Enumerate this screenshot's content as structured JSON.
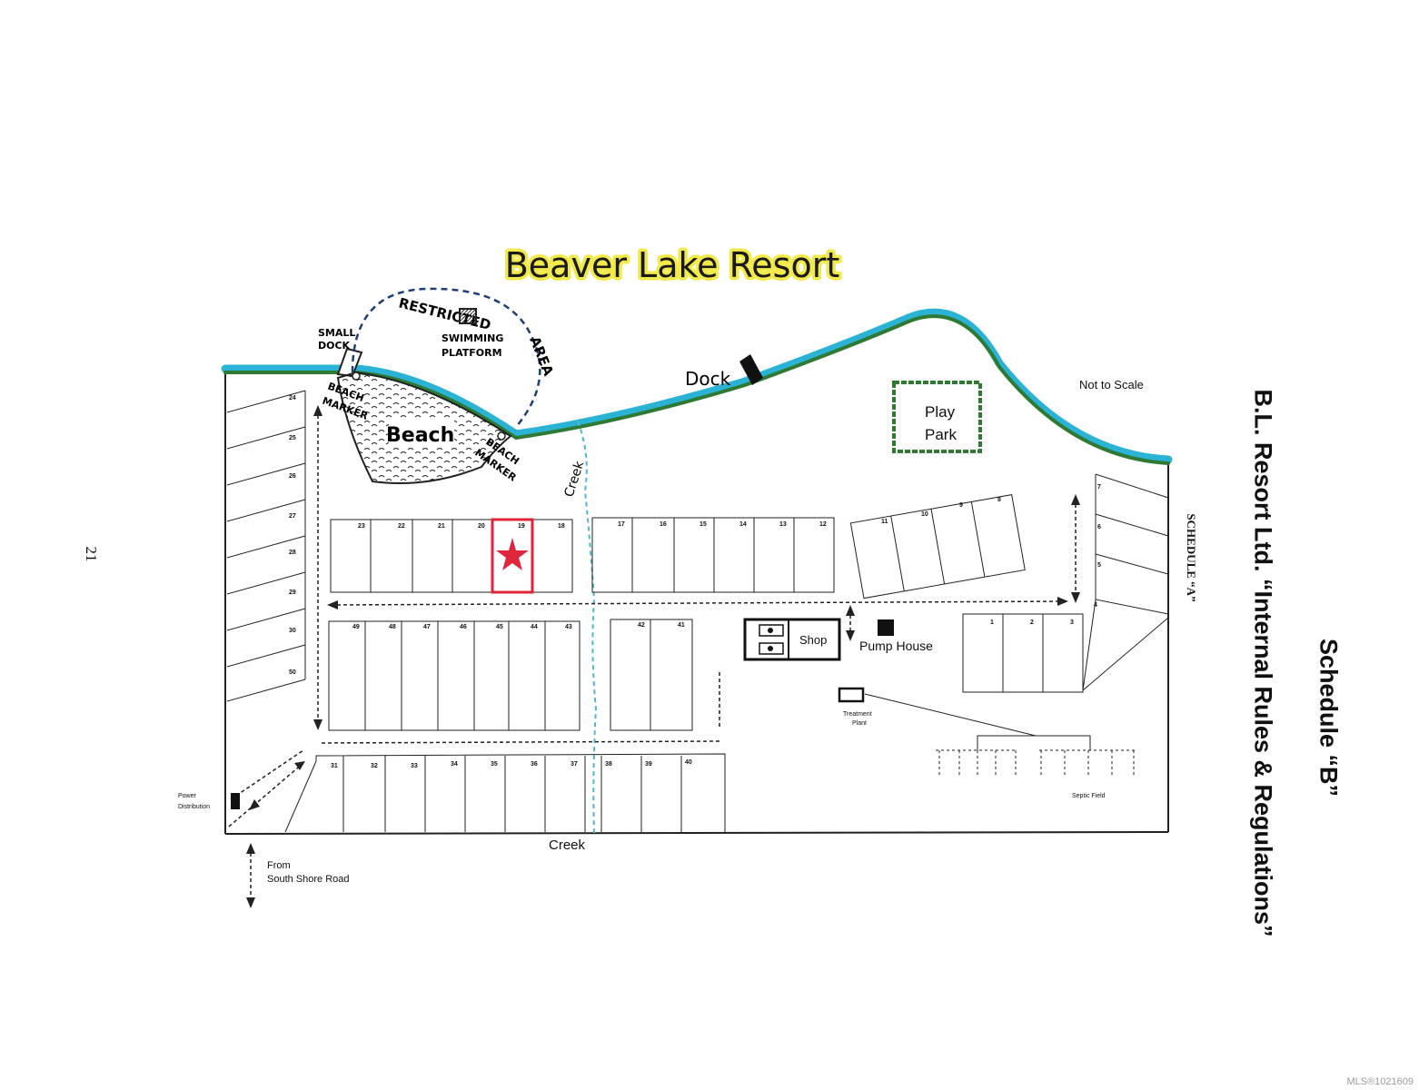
{
  "title": "Beaver Lake Resort",
  "schedule_b": "Schedule “B”",
  "schedule_subtitle": "B.L. Resort Ltd.  “Internal Rules & Regulations”",
  "schedule_a": "SCHEDULE “A”",
  "page_number": "21",
  "watermark": "MLS®1021609",
  "labels": {
    "restricted_area_1": "RESTRICTED",
    "restricted_area_2": "AREA",
    "small_dock_1": "SMALL",
    "small_dock_2": "DOCK",
    "swimming_platform_1": "SWIMMING",
    "swimming_platform_2": "PLATFORM",
    "beach": "Beach",
    "beach_marker_left_1": "BEACH",
    "beach_marker_left_2": "MARKER",
    "beach_marker_right_1": "BEACH",
    "beach_marker_right_2": "MARKER",
    "dock": "Dock",
    "creek_vertical": "Creek",
    "creek_bottom": "Creek",
    "play": "Play",
    "park": "Park",
    "not_to_scale": "Not to Scale",
    "shop": "Shop",
    "pump_house": "Pump House",
    "treatment_1": "Treatment",
    "treatment_2": "Plant",
    "septic_field": "Septic Field",
    "power_1": "Power",
    "power_2": "Distribution",
    "from_1": "From",
    "from_2": "South Shore Road"
  },
  "lots": {
    "left_column": [
      "24",
      "25",
      "26",
      "27",
      "28",
      "29",
      "30",
      "50"
    ],
    "row_top_left": [
      "23",
      "22",
      "21",
      "20",
      "19",
      "18"
    ],
    "row_top_mid": [
      "17",
      "16",
      "15",
      "14",
      "13",
      "12"
    ],
    "row_top_right": [
      "11",
      "10",
      "9",
      "8"
    ],
    "right_column": [
      "7",
      "6",
      "5",
      "4"
    ],
    "row_mid_left": [
      "49",
      "48",
      "47",
      "46",
      "45",
      "44",
      "43"
    ],
    "row_mid_center": [
      "42",
      "41"
    ],
    "row_mid_right": [
      "1",
      "2",
      "3"
    ],
    "row_bottom": [
      "31",
      "32",
      "33",
      "34",
      "35",
      "36",
      "37",
      "38",
      "39",
      "40"
    ],
    "highlighted_lot": "19"
  },
  "colors": {
    "lake": "#2bb3d6",
    "shore": "#2e7a34",
    "park": "#2e7a34",
    "creek": "#4eb8cf",
    "highlight": "#e0263b",
    "title_glow": "#f2ea4a"
  }
}
